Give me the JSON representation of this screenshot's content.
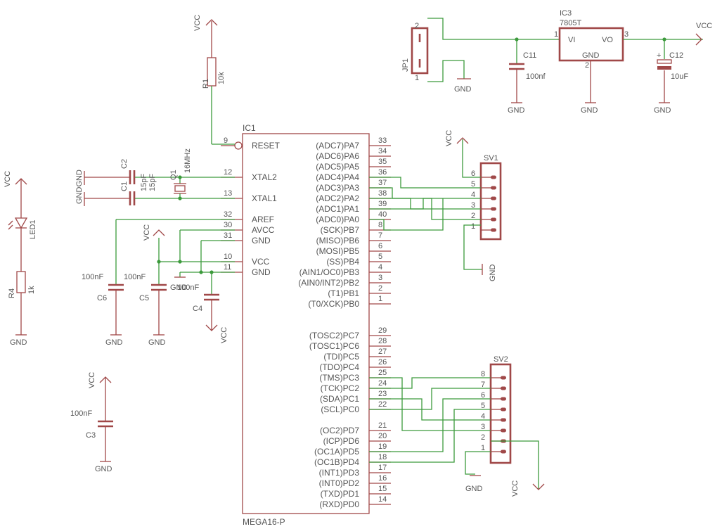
{
  "ic1": {
    "name": "IC1",
    "value": "MEGA16-P",
    "left_pins": [
      {
        "num": "9",
        "label": "RESET"
      },
      {
        "num": "12",
        "label": "XTAL2"
      },
      {
        "num": "13",
        "label": "XTAL1"
      },
      {
        "num": "32",
        "label": "AREF"
      },
      {
        "num": "30",
        "label": "AVCC"
      },
      {
        "num": "31",
        "label": "GND"
      },
      {
        "num": "10",
        "label": "VCC"
      },
      {
        "num": "11",
        "label": "GND"
      }
    ],
    "right_pins": [
      {
        "num": "33",
        "label": "(ADC7)PA7"
      },
      {
        "num": "34",
        "label": "(ADC6)PA6"
      },
      {
        "num": "35",
        "label": "(ADC5)PA5"
      },
      {
        "num": "36",
        "label": "(ADC4)PA4"
      },
      {
        "num": "37",
        "label": "(ADC3)PA3"
      },
      {
        "num": "38",
        "label": "(ADC2)PA2"
      },
      {
        "num": "39",
        "label": "(ADC1)PA1"
      },
      {
        "num": "40",
        "label": "(ADC0)PA0"
      },
      {
        "num": "8",
        "label": "(SCK)PB7"
      },
      {
        "num": "7",
        "label": "(MISO)PB6"
      },
      {
        "num": "6",
        "label": "(MOSI)PB5"
      },
      {
        "num": "5",
        "label": "(SS)PB4"
      },
      {
        "num": "4",
        "label": "(AIN1/OC0)PB3"
      },
      {
        "num": "3",
        "label": "(AIN0/INT2)PB2"
      },
      {
        "num": "2",
        "label": "(T1)PB1"
      },
      {
        "num": "1",
        "label": "(T0/XCK)PB0"
      },
      {
        "num": "29",
        "label": "(TOSC2)PC7"
      },
      {
        "num": "28",
        "label": "(TOSC1)PC6"
      },
      {
        "num": "27",
        "label": "(TDI)PC5"
      },
      {
        "num": "26",
        "label": "(TDO)PC4"
      },
      {
        "num": "25",
        "label": "(TMS)PC3"
      },
      {
        "num": "24",
        "label": "(TCK)PC2"
      },
      {
        "num": "23",
        "label": "(SDA)PC1"
      },
      {
        "num": "22",
        "label": "(SCL)PC0"
      },
      {
        "num": "21",
        "label": "(OC2)PD7"
      },
      {
        "num": "20",
        "label": "(ICP)PD6"
      },
      {
        "num": "19",
        "label": "(OC1A)PD5"
      },
      {
        "num": "18",
        "label": "(OC1B)PD4"
      },
      {
        "num": "17",
        "label": "(INT1)PD3"
      },
      {
        "num": "16",
        "label": "(INT0)PD2"
      },
      {
        "num": "15",
        "label": "(TXD)PD1"
      },
      {
        "num": "14",
        "label": "(RXD)PD0"
      }
    ]
  },
  "regulator": {
    "name": "IC3",
    "value": "7805T",
    "vi": "VI",
    "vo": "VO",
    "gnd": "GND",
    "pin_in": "1",
    "pin_gnd": "2",
    "pin_out": "3"
  },
  "jp1": {
    "name": "JP1",
    "pin2": "2",
    "pin1": "1"
  },
  "sv1": {
    "name": "SV1",
    "pins": [
      "6",
      "5",
      "4",
      "3",
      "2",
      "1"
    ]
  },
  "sv2": {
    "name": "SV2",
    "pins": [
      "8",
      "7",
      "6",
      "5",
      "4",
      "3",
      "2",
      "1"
    ]
  },
  "r1": {
    "name": "R1",
    "value": "10k"
  },
  "r4": {
    "name": "R4",
    "value": "1k"
  },
  "led1": {
    "name": "LED1"
  },
  "q1": {
    "name": "Q1",
    "value": "16MHz"
  },
  "c1": {
    "name": "C1",
    "value": "15pF"
  },
  "c2": {
    "name": "C2",
    "value": "15pF"
  },
  "c3": {
    "name": "C3",
    "value": "100nF"
  },
  "c4": {
    "name": "C4",
    "value": "100nF"
  },
  "c5": {
    "name": "C5",
    "value": "100nF"
  },
  "c6": {
    "name": "C6",
    "value": "100nF"
  },
  "c11": {
    "name": "C11",
    "value": "100nf"
  },
  "c12": {
    "name": "C12",
    "value": "10uF",
    "plus": "+"
  },
  "vcc": "VCC",
  "gnd": "GND",
  "gndgnd": "GNDGND"
}
